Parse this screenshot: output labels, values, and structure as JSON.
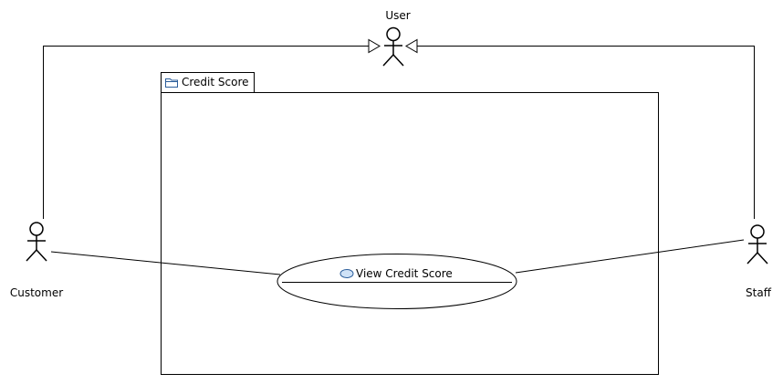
{
  "diagram": {
    "package": {
      "name": "Credit Score",
      "icon": "folder-icon"
    },
    "actors": {
      "user": {
        "name": "User"
      },
      "customer": {
        "name": "Customer"
      },
      "staff": {
        "name": "Staff"
      }
    },
    "use_cases": [
      {
        "name": "View Credit Score",
        "icon": "use-case-ellipse-icon"
      }
    ],
    "relationships": [
      {
        "type": "generalization",
        "from": "Customer",
        "to": "User"
      },
      {
        "type": "generalization",
        "from": "Staff",
        "to": "User"
      },
      {
        "type": "association",
        "from": "Customer",
        "to": "View Credit Score"
      },
      {
        "type": "association",
        "from": "Staff",
        "to": "View Credit Score"
      }
    ],
    "colors": {
      "line": "#000000",
      "background": "#ffffff",
      "use_case_icon_fill": "#cfe2f7",
      "use_case_icon_stroke": "#2b5d9a"
    }
  }
}
